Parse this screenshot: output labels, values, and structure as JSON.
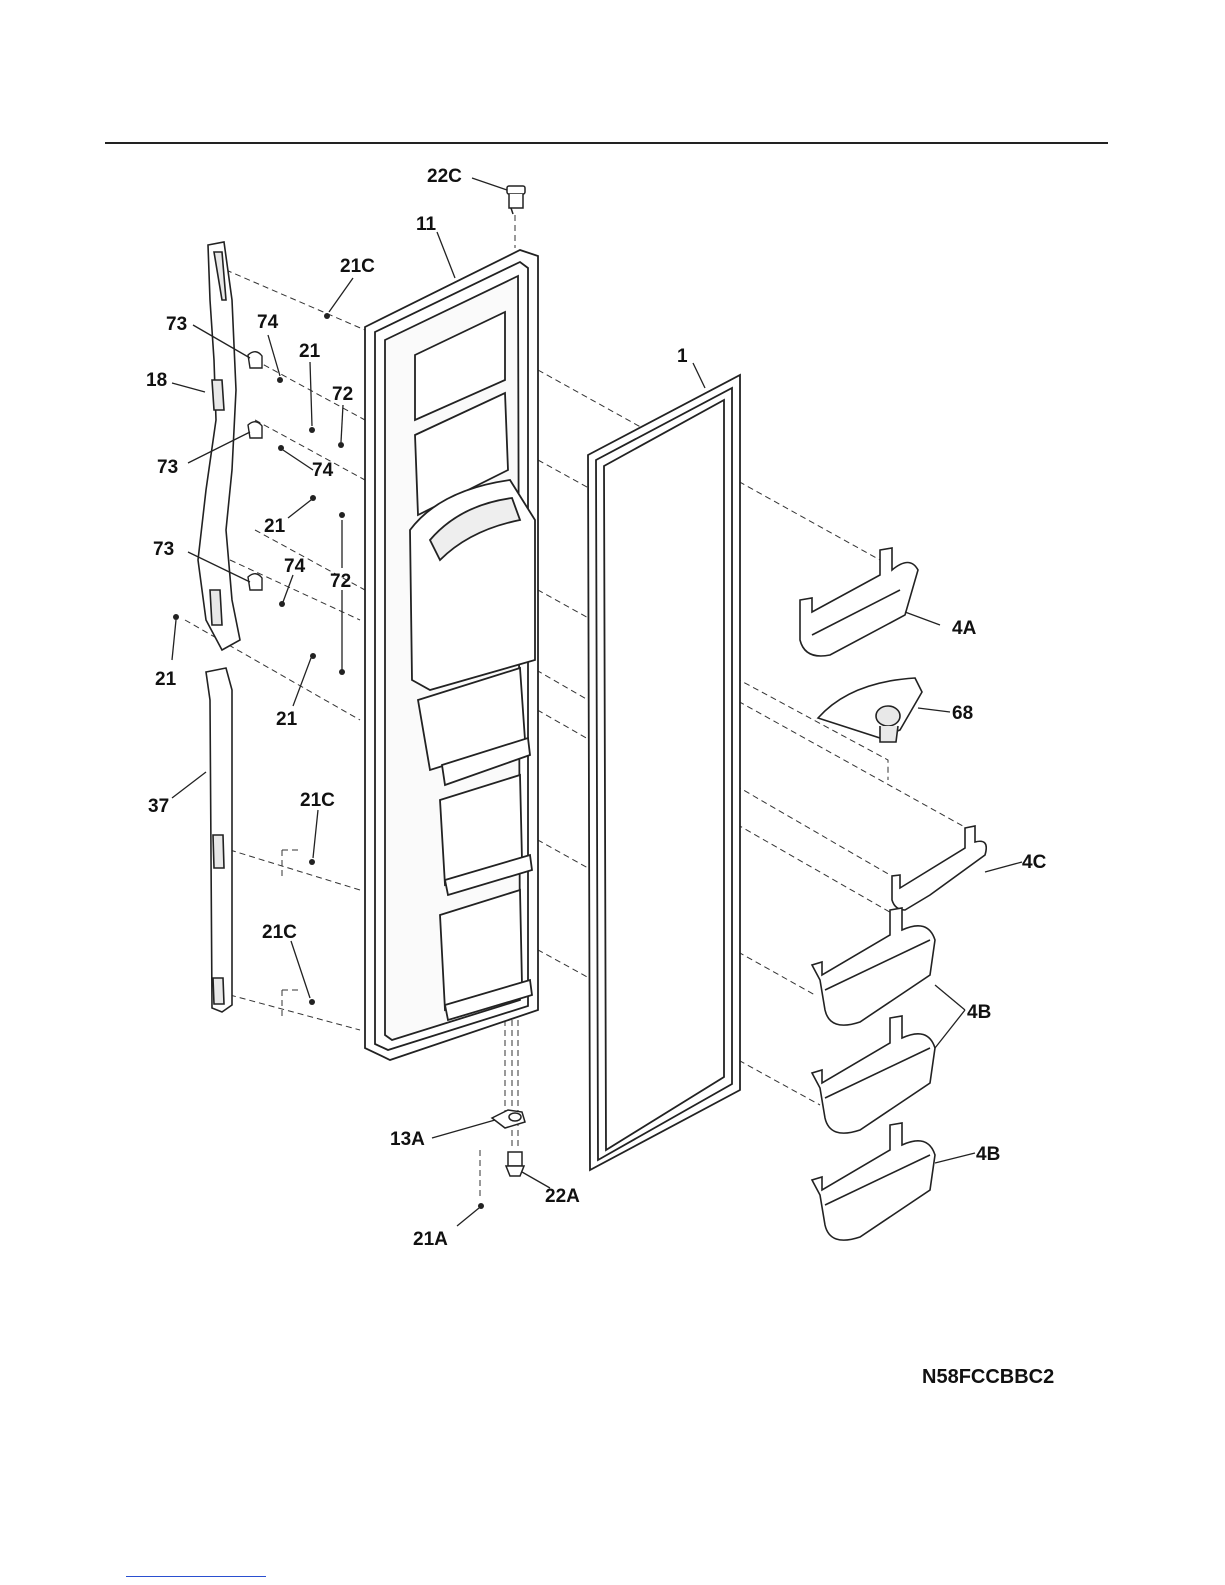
{
  "model_number": "N58FCCBBC2",
  "callouts": {
    "c22C_top": "22C",
    "c11": "11",
    "c21C_top": "21C",
    "c73a": "73",
    "c74a": "74",
    "c21a": "21",
    "c18": "18",
    "c72a": "72",
    "c1": "1",
    "c73b": "73",
    "c74b": "74",
    "c21b": "21",
    "c73c": "73",
    "c74c": "74",
    "c72b": "72",
    "c4A": "4A",
    "c21c": "21",
    "c68": "68",
    "c21d": "21",
    "c37": "37",
    "c21C_mid": "21C",
    "c4C": "4C",
    "c21C_low": "21C",
    "c4B_a": "4B",
    "c13A": "13A",
    "c4B_b": "4B",
    "c22A": "22A",
    "c21A": "21A"
  },
  "colors": {
    "line": "#222222",
    "fill": "#ffffff",
    "shade": "#e8e8e8"
  }
}
